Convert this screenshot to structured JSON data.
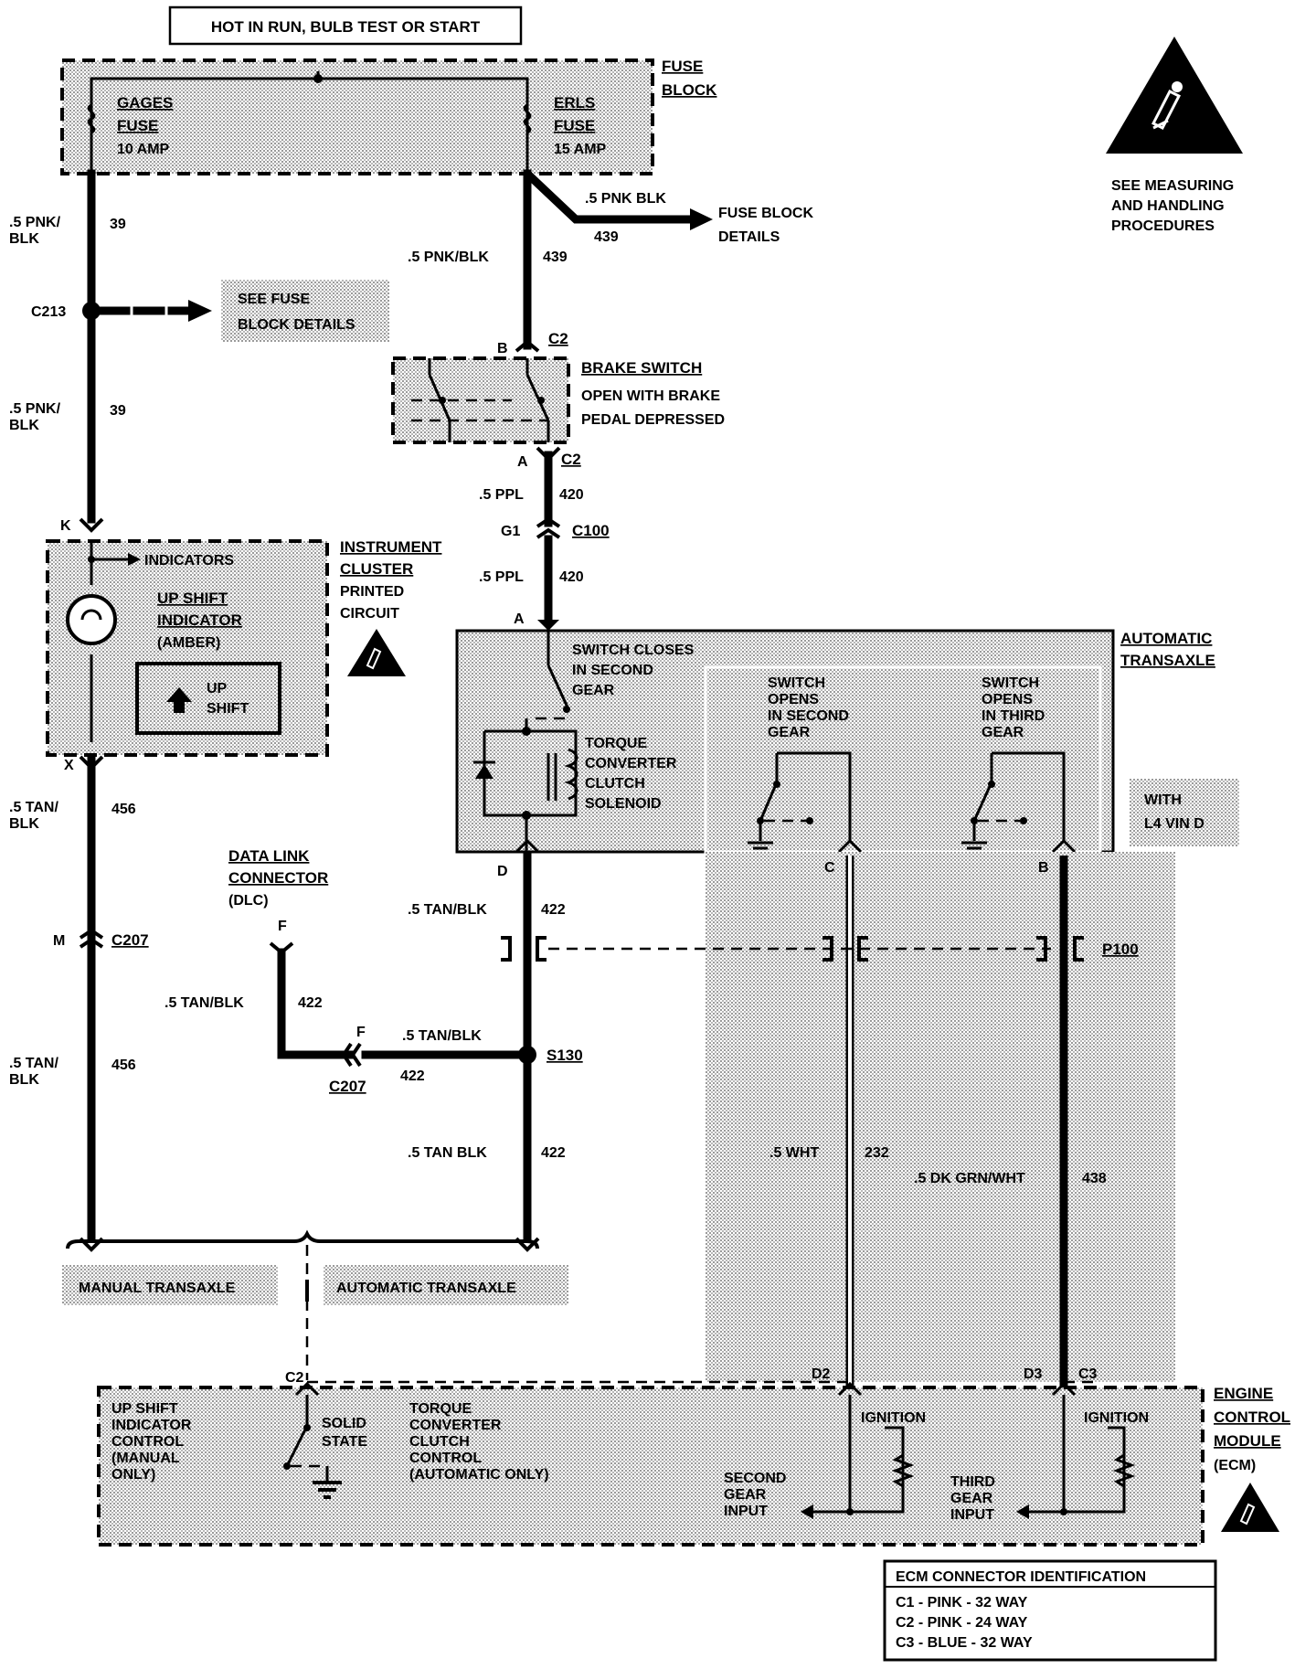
{
  "power_label": "HOT IN RUN, BULB TEST OR START",
  "fuse_block": {
    "title": [
      "FUSE",
      "BLOCK"
    ],
    "gages_fuse": [
      "GAGES",
      "FUSE",
      "10 AMP"
    ],
    "erls_fuse": [
      "ERLS",
      "FUSE",
      "15 AMP"
    ],
    "branch_wire": ".5 PNK BLK",
    "branch_circuit": "439",
    "branch_dest": [
      "FUSE BLOCK",
      "DETAILS"
    ]
  },
  "esd_note": [
    "SEE MEASURING",
    "AND HANDLING",
    "PROCEDURES"
  ],
  "left_wires": {
    "w1": [
      ".5 PNK/",
      "BLK"
    ],
    "c1": "39",
    "splice": "C213",
    "see_fuse": [
      "SEE FUSE",
      "BLOCK DETAILS"
    ],
    "w2": [
      ".5 PNK/",
      "BLK"
    ],
    "c2": "39",
    "pin_k": "K",
    "pin_x": "X",
    "w3": [
      ".5 TAN/",
      "BLK"
    ],
    "c3": "456",
    "pin_m": "M",
    "conn_m": "C207",
    "w4": [
      ".5 TAN/",
      "BLK"
    ],
    "c4": "456"
  },
  "cluster": {
    "indicators": "INDICATORS",
    "upshift": [
      "UP SHIFT",
      "INDICATOR",
      "(AMBER)"
    ],
    "lamp_text": [
      "UP",
      "SHIFT"
    ],
    "title": [
      "INSTRUMENT",
      "CLUSTER",
      "PRINTED",
      "CIRCUIT"
    ]
  },
  "mid_wires": {
    "w439": ".5 PNK/BLK",
    "c439": "439",
    "pin_b": "B",
    "conn_c2_top": "C2",
    "pin_a": "A",
    "conn_c2_bot": "C2",
    "w420a": ".5 PPL",
    "c420a": "420",
    "pin_g1": "G1",
    "conn_c100": "C100",
    "w420b": ".5 PPL",
    "c420b": "420",
    "pin_a2": "A",
    "pin_d": "D",
    "w422a": ".5 TAN/BLK",
    "c422a": "422",
    "splice_s130": "S130",
    "w422c": ".5 TAN BLK",
    "c422c": "422"
  },
  "brake_switch": [
    "BRAKE SWITCH",
    "OPEN WITH BRAKE",
    "PEDAL DEPRESSED"
  ],
  "dlc": {
    "title": [
      "DATA LINK",
      "CONNECTOR",
      "(DLC)"
    ],
    "pin_f": "F",
    "wire": ".5 TAN/BLK",
    "circuit": "422",
    "pin_f2": "F",
    "conn": "C207",
    "wire2": ".5 TAN/BLK",
    "circuit2": "422"
  },
  "transaxle": {
    "title": [
      "AUTOMATIC",
      "TRANSAXLE"
    ],
    "switch1": [
      "SWITCH CLOSES",
      "IN SECOND",
      "GEAR"
    ],
    "solenoid": [
      "TORQUE",
      "CONVERTER",
      "CLUTCH",
      "SOLENOID"
    ],
    "switch2": [
      "SWITCH",
      "OPENS",
      "IN SECOND",
      "GEAR"
    ],
    "switch3": [
      "SWITCH",
      "OPENS",
      "IN THIRD",
      "GEAR"
    ],
    "with_note": [
      "WITH",
      "L4 VIN D"
    ],
    "pin_c": "C",
    "pin_b": "B"
  },
  "right_wires": {
    "p100": "P100",
    "w232": ".5 WHT",
    "c232": "232",
    "w438": ".5 DK GRN/WHT",
    "c438": "438"
  },
  "options": {
    "manual": "MANUAL TRANSAXLE",
    "automatic": "AUTOMATIC TRANSAXLE"
  },
  "ecm": {
    "pin_c2": "C2",
    "pin_d2": "D2",
    "pin_d3": "D3",
    "conn_c3": "C3",
    "upshift_ctrl": [
      "UP SHIFT",
      "INDICATOR",
      "CONTROL",
      "(MANUAL",
      "ONLY)"
    ],
    "solid_state": [
      "SOLID",
      "STATE"
    ],
    "tcc_ctrl": [
      "TORQUE",
      "CONVERTER",
      "CLUTCH",
      "CONTROL",
      "(AUTOMATIC ONLY)"
    ],
    "ignition1": "IGNITION",
    "ignition2": "IGNITION",
    "second_input": [
      "SECOND",
      "GEAR",
      "INPUT"
    ],
    "third_input": [
      "THIRD",
      "GEAR",
      "INPUT"
    ],
    "title": [
      "ENGINE",
      "CONTROL",
      "MODULE",
      "(ECM)"
    ]
  },
  "ecm_connectors": {
    "title": "ECM CONNECTOR IDENTIFICATION",
    "rows": [
      "C1 - PINK - 32 WAY",
      "C2 - PINK - 24 WAY",
      "C3 - BLUE - 32 WAY"
    ]
  }
}
